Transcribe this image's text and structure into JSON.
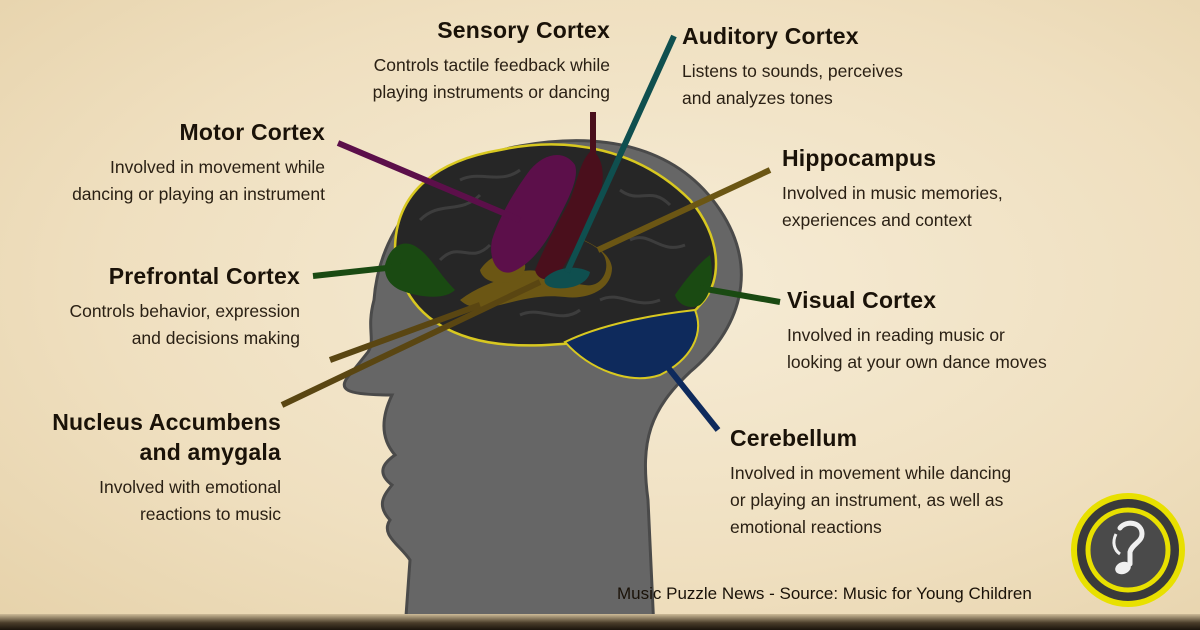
{
  "labels": {
    "sensory": {
      "title": "Sensory Cortex",
      "line1": "Controls tactile feedback while",
      "line2": "playing instruments or dancing"
    },
    "auditory": {
      "title": "Auditory Cortex",
      "line1": "Listens to sounds, perceives",
      "line2": "and analyzes tones"
    },
    "motor": {
      "title": "Motor Cortex",
      "line1": "Involved in movement while",
      "line2": "dancing or playing an instrument"
    },
    "hippocampus": {
      "title": "Hippocampus",
      "line1": "Involved in music memories,",
      "line2": "experiences and context"
    },
    "prefrontal": {
      "title": "Prefrontal Cortex",
      "line1": "Controls behavior, expression",
      "line2": "and decisions making"
    },
    "visual": {
      "title": "Visual Cortex",
      "line1": "Involved in reading music or",
      "line2": "looking at your own dance moves"
    },
    "nucleus": {
      "title1": "Nucleus Accumbens",
      "title2": "and amygala",
      "line1": "Involved with emotional",
      "line2": "reactions to music"
    },
    "cerebellum": {
      "title": "Cerebellum",
      "line1": "Involved in movement while dancing",
      "line2": "or playing an instrument, as well as",
      "line3": "emotional reactions"
    }
  },
  "footer": {
    "credit": "Music Puzzle News - Source: Music for Young Children"
  },
  "colors": {
    "head": "#6b6b6b",
    "brain": "#262626",
    "motor": "#5c0f4a",
    "sensory": "#4a0f1c",
    "auditory": "#0f4f4f",
    "prefrontal": "#1a4a12",
    "limbic": "#6b5614",
    "cerebellum": "#0e2a5c",
    "outline": "#d8c820",
    "logo": "#e8e000"
  },
  "icons": {
    "logo": "music-note-question-icon"
  }
}
